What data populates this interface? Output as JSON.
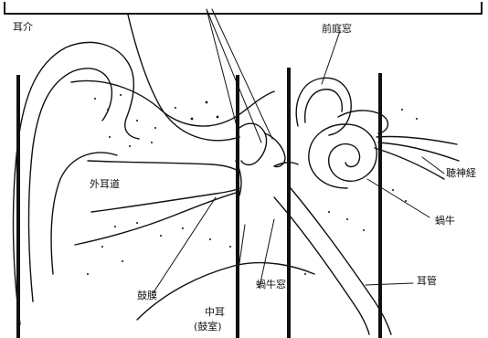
{
  "diagram": {
    "labels": {
      "auricle": "耳介",
      "vestibular_window": "前庭窓",
      "external_canal": "外耳道",
      "auditory_nerve": "聴神経",
      "cochlea": "蝸牛",
      "eardrum": "鼓膜",
      "middle_ear": "中耳",
      "tympanic_cavity": "(鼓室)",
      "cochlear_window": "蝸牛窓",
      "eustachian_tube": "耳管"
    },
    "colors": {
      "ink": "#111111",
      "background": "#ffffff"
    }
  }
}
